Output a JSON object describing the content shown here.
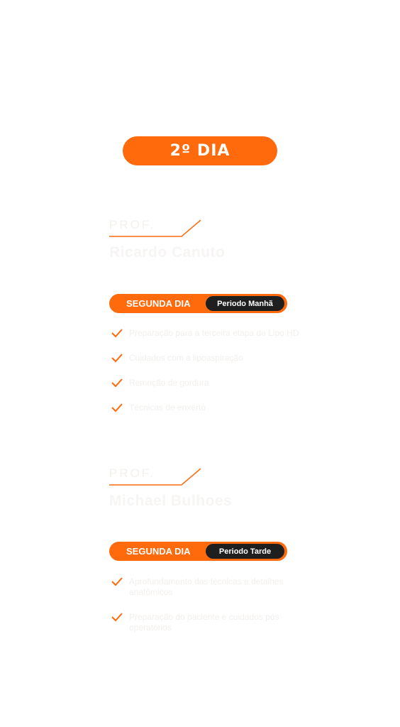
{
  "header": {
    "day_label": "2º DIA"
  },
  "blocks": [
    {
      "prof_label": "PROF.",
      "prof_name": "Ricardo Canuto",
      "session_day": "SEGUNDA DIA",
      "session_period": "Periodo Manhã",
      "topics": [
        "Preparação para a terceira etapa de Lipo HD",
        "Cuidados com a lipoaspiração",
        "Remoção de gordura",
        "Técnicas de enxerto"
      ]
    },
    {
      "prof_label": "PROF.",
      "prof_name": "Michael Bulhoes",
      "session_day": "SEGUNDA DIA",
      "session_period": "Periodo Tarde",
      "topics": [
        "Aprofundamento das técnicas e detalhes anatômicos",
        "Preparação do paciente e cuidados pós operatórios"
      ]
    }
  ],
  "colors": {
    "accent": "#ff6a0d",
    "dark_pill": "#1f1f1f"
  },
  "icons": {
    "check": "check-icon"
  }
}
